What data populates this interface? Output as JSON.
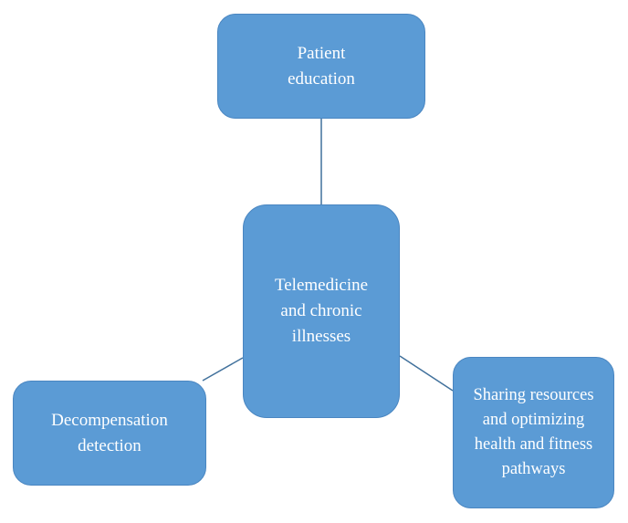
{
  "diagram": {
    "colors": {
      "node_fill": "#5b9bd5",
      "node_border": "#4a86c1",
      "connector": "#41719c",
      "text": "#ffffff"
    },
    "center_node": {
      "label": "Telemedicine\nand chronic\nillnesses"
    },
    "top_node": {
      "label": "Patient\neducation"
    },
    "left_node": {
      "label": "Decompensation\ndetection"
    },
    "right_node": {
      "label": "Sharing resources\nand optimizing\nhealth and fitness\npathways"
    }
  }
}
